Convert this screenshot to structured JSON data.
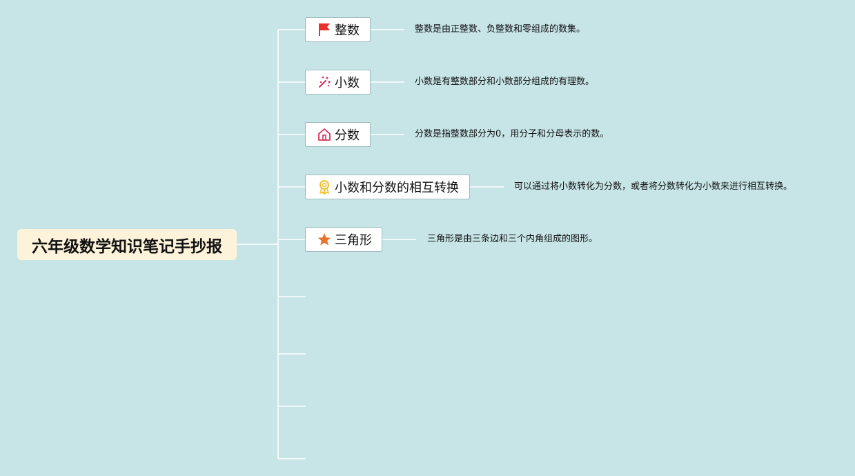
{
  "root": {
    "title": "六年级数学知识笔记手抄报"
  },
  "topics": [
    {
      "label": "整数",
      "icon": "red-flag-icon",
      "description": "整数是由正整数、负整数和零组成的数集。"
    },
    {
      "label": "小数",
      "icon": "sparkle-wand-icon",
      "description": "小数是有整数部分和小数部分组成的有理数。"
    },
    {
      "label": "分数",
      "icon": "home-icon",
      "description": "分数是指整数部分为0，用分子和分母表示的数。"
    },
    {
      "label": "小数和分数的相互转换",
      "icon": "award-medal-icon",
      "description": "可以通过将小数转化为分数，或者将分数转化为小数来进行相互转换。"
    },
    {
      "label": "三角形",
      "icon": "star-icon",
      "description": "三角形是由三条边和三个内角组成的图形。"
    }
  ],
  "colors": {
    "background": "#c7e4e6",
    "connector": "#ffffff",
    "root_fill": "#fdf3da",
    "topic_border": "#9cbcbf",
    "flag": "#e8322b",
    "sparkle": "#d6335a",
    "home": "#d6335a",
    "medal": "#f2c230",
    "star": "#e8742b"
  }
}
